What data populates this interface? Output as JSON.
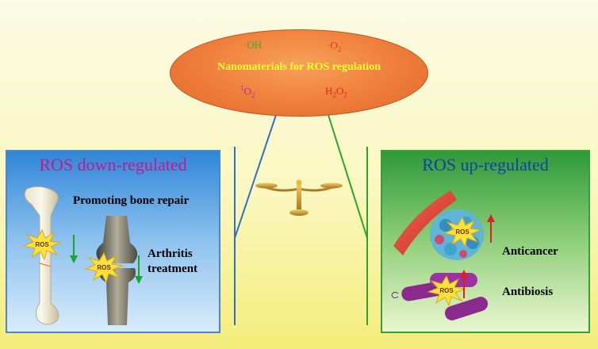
{
  "center": {
    "title": "Nanomaterials for ROS regulation",
    "species": {
      "hydroxyl_dot": "·",
      "hydroxyl": "OH",
      "superoxide_pre": "·O",
      "superoxide_sub": "2",
      "superoxide_sup": "-",
      "singlet_sup": "1",
      "singlet_o": "O",
      "singlet_sub": "2",
      "peroxide_h": "H",
      "peroxide_sub1": "2",
      "peroxide_o": "O",
      "peroxide_sub2": "2"
    }
  },
  "left_panel": {
    "title": "ROS down-regulated",
    "items": [
      {
        "label": "Promoting bone repair"
      },
      {
        "label_line1": "Arthritis",
        "label_line2": "treatment"
      }
    ],
    "badge": "ROS"
  },
  "right_panel": {
    "title": "ROS up-regulated",
    "items": [
      {
        "label": "Anticancer"
      },
      {
        "label": "Antibiosis"
      }
    ],
    "badge": "ROS"
  },
  "colors": {
    "ellipse": "#ef7d3a",
    "title_yellow": "#ffff2e",
    "down_title": "#c2188e",
    "up_title": "#173ea0",
    "left_line": "#2f6fc8",
    "right_line": "#2aa52a",
    "arrow_down": "#1aa52a",
    "arrow_up": "#e02020"
  }
}
